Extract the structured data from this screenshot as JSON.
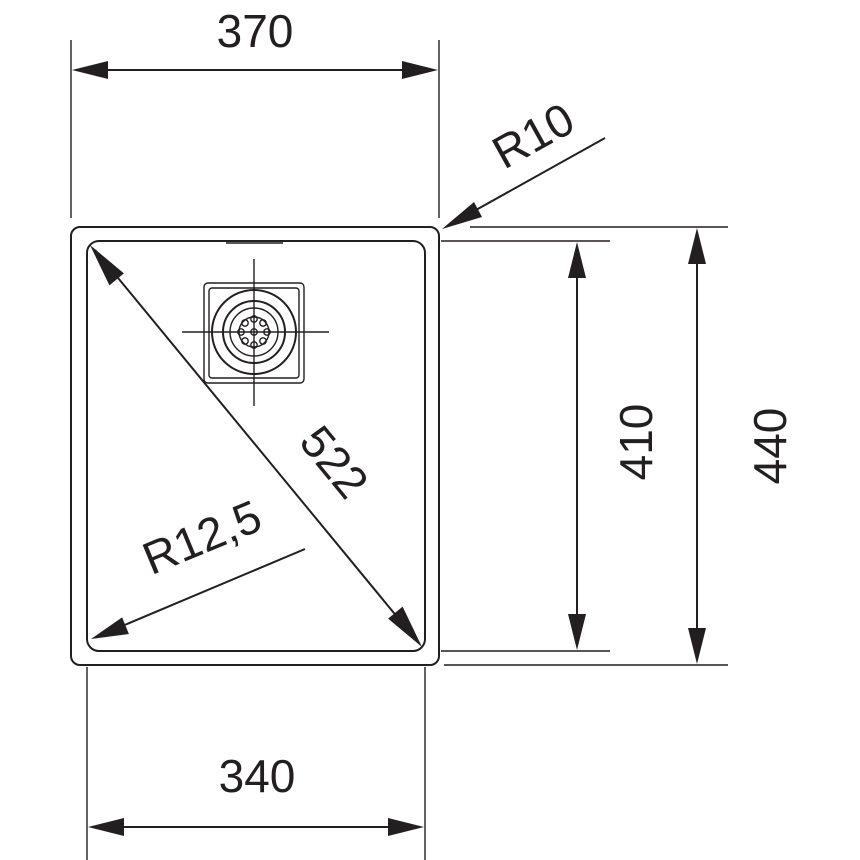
{
  "dimensions": {
    "outer_width": "370",
    "inner_width": "340",
    "inner_height": "410",
    "outer_height": "440",
    "diagonal": "522",
    "outer_radius": "R10",
    "inner_radius": "R12,5"
  },
  "colors": {
    "line": "#231f20",
    "background": "#ffffff"
  }
}
